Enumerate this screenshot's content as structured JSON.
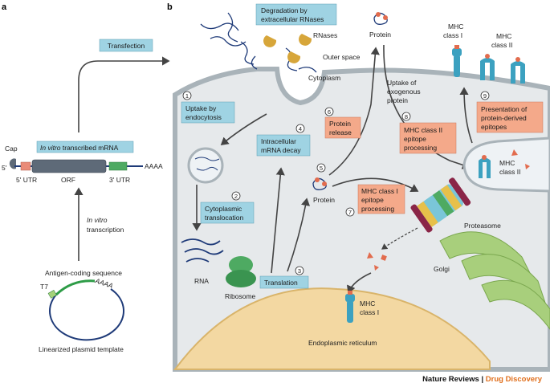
{
  "panel_a": {
    "letter": "a",
    "transfection": "Transfection",
    "mrna": "mRNA",
    "cap": "Cap",
    "five_prime": "5'",
    "in_vitro_mrna_italic": "In vitro",
    "in_vitro_mrna_rest": " transcribed mRNA",
    "utr5": "5' UTR",
    "orf": "ORF",
    "utr3": "3' UTR",
    "polya": "AAAA",
    "transcription_italic": "In vitro",
    "transcription_rest": "transcription",
    "antigen_seq": "Antigen-coding sequence",
    "t7": "T7",
    "plasmid_polya": "AAAA",
    "plasmid": "Linearized plasmid template"
  },
  "panel_b": {
    "letter": "b",
    "degradation_line1": "Degradation by",
    "degradation_line2": "extracellular RNases",
    "rnases": "RNases",
    "protein_top": "Protein",
    "outer_space": "Outer space",
    "cytoplasm": "Cytoplasm",
    "uptake_exo_line1": "Uptake of",
    "uptake_exo_line2": "exogenous",
    "uptake_exo_line3": "protein",
    "mhc1_top_line1": "MHC",
    "mhc1_top_line2": "class I",
    "mhc2_top_line1": "MHC",
    "mhc2_top_line2": "class II",
    "step1_num": "1",
    "step1_line1": "Uptake by",
    "step1_line2": "endocytosis",
    "step2_num": "2",
    "step2_line1": "Cytoplasmic",
    "step2_line2": "translocation",
    "step3_num": "3",
    "step3": "Translation",
    "step4_num": "4",
    "step4_line1": "Intracellular",
    "step4_line2": "mRNA decay",
    "step5_num": "5",
    "protein_mid": "Protein",
    "step6_num": "6",
    "step6_line1": "Protein",
    "step6_line2": "release",
    "step7_num": "7",
    "step7_line1": "MHC class I",
    "step7_line2": "epitope",
    "step7_line3": "processing",
    "step8_num": "8",
    "step8_line1": "MHC class II",
    "step8_line2": "epitope",
    "step8_line3": "processing",
    "step9_num": "9",
    "step9_line1": "Presentation of",
    "step9_line2": "protein-derived",
    "step9_line3": "epitopes",
    "endosome_mhc_line1": "MHC",
    "endosome_mhc_line2": "class II",
    "proteasome": "Proteasome",
    "rna": "RNA",
    "ribosome": "Ribosome",
    "golgi": "Golgi",
    "er_mhc_line1": "MHC",
    "er_mhc_line2": "class I",
    "er": "Endoplasmic reticulum"
  },
  "footer": {
    "journal": "Nature Reviews",
    "sep": " | ",
    "section": "Drug Discovery"
  },
  "colors": {
    "cell_fill": "#e6e9eb",
    "membrane": "#a9b3b9",
    "blue_box": "#9fd3e3",
    "orange_box": "#f4a98a",
    "er_fill": "#f3d8a2",
    "golgi_fill": "#a8cf7c",
    "mrna_blue": "#1e3a78",
    "rnase_gold": "#d7a63a",
    "mhc_teal": "#3ca1c0",
    "peptide_red": "#e26c4e"
  }
}
